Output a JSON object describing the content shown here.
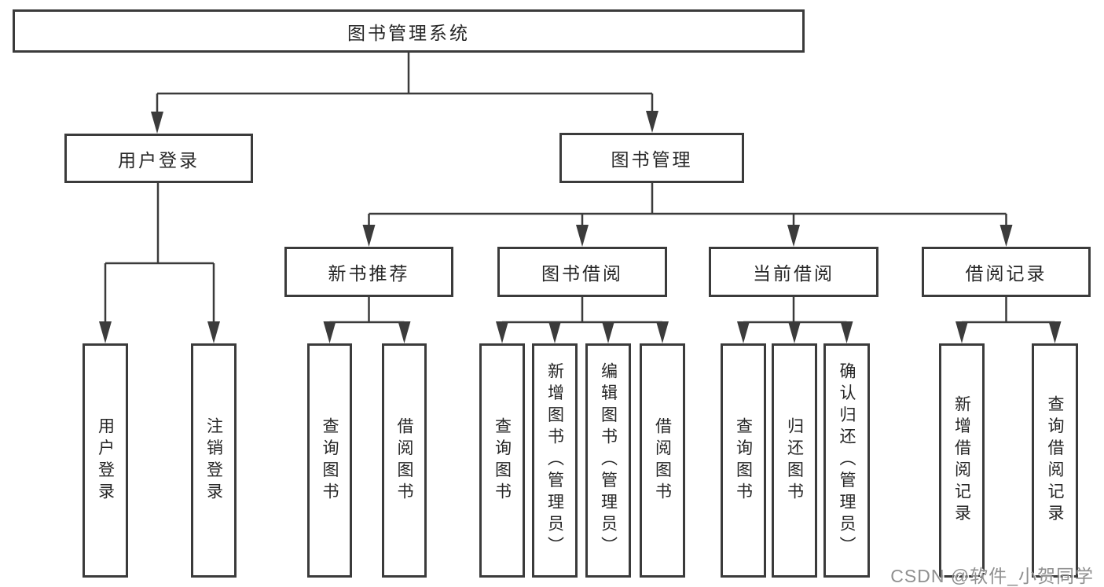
{
  "diagram": {
    "tree": {
      "label": "图书管理系统",
      "children": [
        {
          "label": "用户登录",
          "children": [
            {
              "label": "用户登录"
            },
            {
              "label": "注销登录"
            }
          ]
        },
        {
          "label": "图书管理",
          "children": [
            {
              "label": "新书推荐",
              "children": [
                {
                  "label": "查询图书"
                },
                {
                  "label": "借阅图书"
                }
              ]
            },
            {
              "label": "图书借阅",
              "children": [
                {
                  "label": "查询图书"
                },
                {
                  "label": "新增图书（管理员）"
                },
                {
                  "label": "编辑图书（管理员）"
                },
                {
                  "label": "借阅图书"
                }
              ]
            },
            {
              "label": "当前借阅",
              "children": [
                {
                  "label": "查询图书"
                },
                {
                  "label": "归还图书"
                },
                {
                  "label": "确认归还（管理员）"
                }
              ]
            },
            {
              "label": "借阅记录",
              "children": [
                {
                  "label": "新增借阅记录"
                },
                {
                  "label": "查询借阅记录"
                }
              ]
            }
          ]
        }
      ]
    },
    "colors": {
      "line": "#3b3b3b",
      "box_border": "#3b3b3b",
      "text": "#262626",
      "background": "#ffffff",
      "watermark": "#8f8f8f"
    }
  },
  "watermark": {
    "text": "CSDN @软件_小贺同学"
  }
}
